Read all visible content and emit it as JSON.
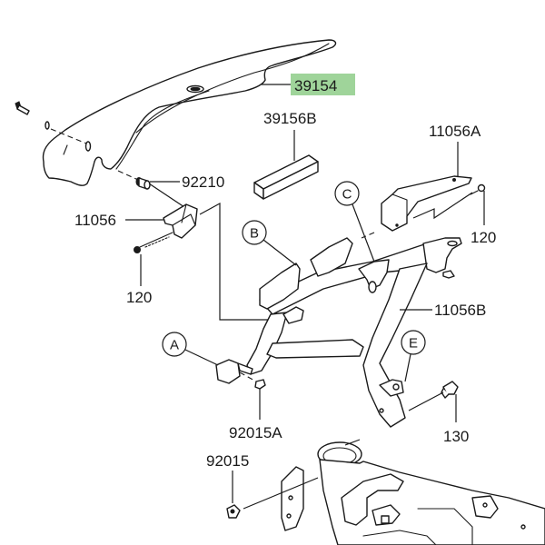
{
  "diagram": {
    "type": "exploded-parts-diagram",
    "highlight_color": "#9fd49a",
    "line_color": "#1a1a1a",
    "background": "#ffffff",
    "part_labels": {
      "p39154": "39154",
      "p39156B": "39156B",
      "p11056A": "11056A",
      "p92210": "92210",
      "p11056": "11056",
      "p120_left": "120",
      "p120_right": "120",
      "p11056B": "11056B",
      "p92015A": "92015A",
      "p130": "130",
      "p92015": "92015"
    },
    "highlighted_part": "39154",
    "reference_markers": {
      "A": "A",
      "B": "B",
      "C": "C",
      "E": "E"
    }
  }
}
